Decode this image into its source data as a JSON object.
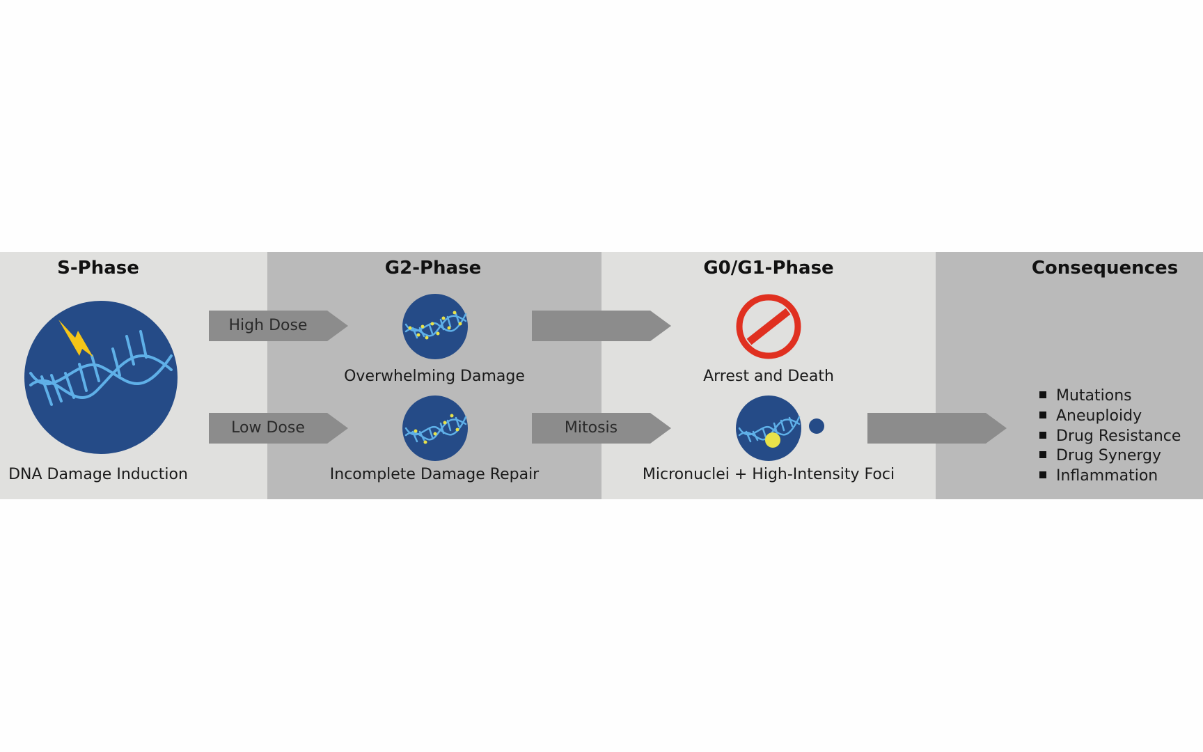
{
  "phases": {
    "s_phase": {
      "title": "S-Phase",
      "caption": "DNA Damage Induction"
    },
    "g2_phase": {
      "title": "G2-Phase",
      "top_caption": "Overwhelming Damage",
      "bottom_caption": "Incomplete Damage Repair"
    },
    "g0g1_phase": {
      "title": "G0/G1-Phase",
      "top_caption": "Arrest and Death",
      "bottom_caption": "Micronuclei + High-Intensity Foci"
    },
    "consequences": {
      "title": "Consequences",
      "items": [
        "Mutations",
        "Aneuploidy",
        "Drug Resistance",
        "Drug Synergy",
        "Inflammation"
      ]
    }
  },
  "arrows": {
    "high_dose": "High Dose",
    "low_dose": "Low Dose",
    "mitosis": "Mitosis"
  },
  "colors": {
    "panel_light": "#e0e0de",
    "panel_dark": "#bababa",
    "arrow": "#8c8c8c",
    "dna_circle": "#254b87",
    "dna_strand": "#5fb0e8",
    "damage_foci": "#e8e24a",
    "lightning": "#f5c518",
    "stop_sign": "#e03020"
  },
  "icons": {
    "dna_damage": "dna-lightning-icon",
    "damaged_dna": "damaged-dna-icon",
    "arrest": "no-entry-icon",
    "micronucleus": "micronucleus-icon"
  }
}
